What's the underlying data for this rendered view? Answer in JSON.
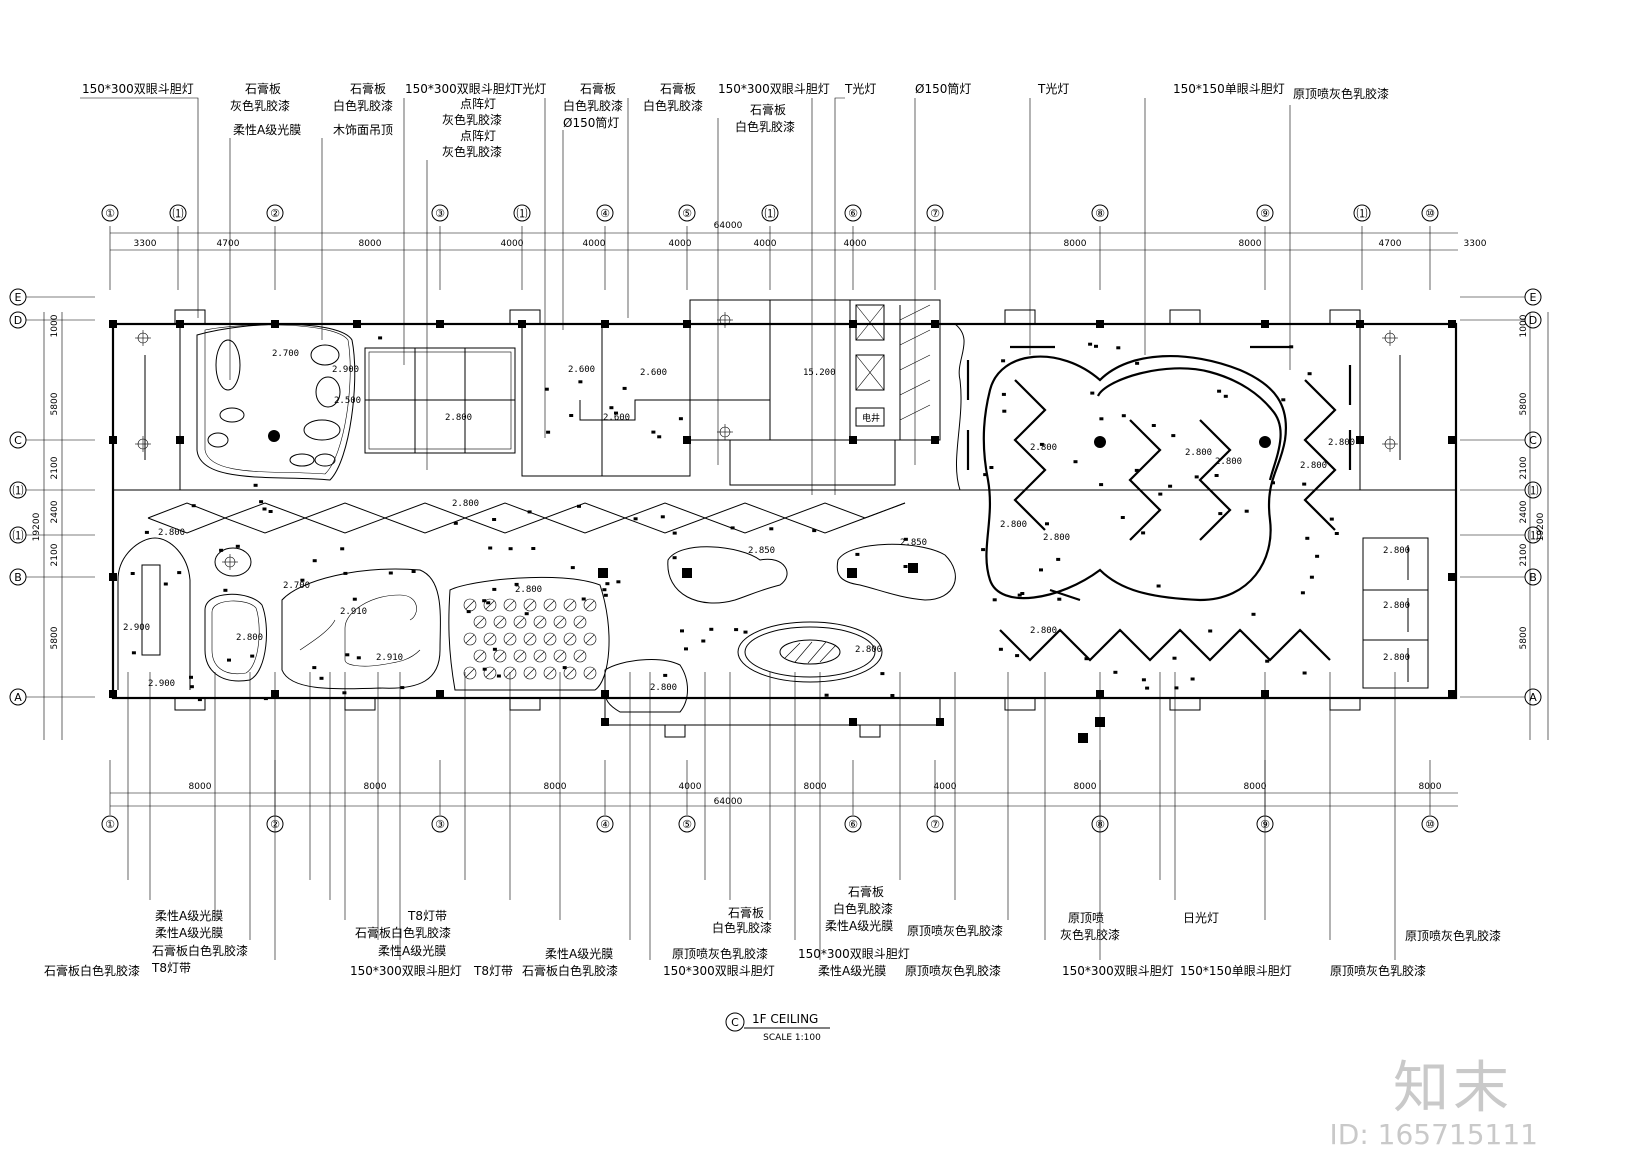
{
  "grid_top": [
    "①",
    "⑴",
    "②",
    "③",
    "⑴",
    "④",
    "⑤",
    "⑴",
    "⑥",
    "⑦",
    "⑧",
    "⑨",
    "⑴",
    "⑩"
  ],
  "grid_bottom": [
    "①",
    "②",
    "③",
    "④",
    "⑤",
    "⑥",
    "⑦",
    "⑧",
    "⑨",
    "⑩"
  ],
  "grid_rows": [
    "E",
    "D",
    "C",
    "⑴",
    "⑴",
    "B",
    "A"
  ],
  "dims_top": [
    "3300",
    "4700",
    "8000",
    "4000",
    "4000",
    "4000",
    "4000",
    "4000",
    "8000",
    "8000",
    "4700",
    "3300"
  ],
  "dims_bottom": [
    "8000",
    "8000",
    "8000",
    "4000",
    "8000",
    "4000",
    "8000",
    "8000",
    "8000"
  ],
  "dims_side": [
    "1000",
    "5800",
    "2100",
    "2400",
    "2100",
    "5800"
  ],
  "overall_width": "64000",
  "overall_height": "19200",
  "elevations": [
    "2.700",
    "2.900",
    "2.500",
    "2.800",
    "2.600",
    "2.850",
    "2.910",
    "2.700",
    "15.200"
  ],
  "callouts_top": {
    "c1": "150*300双眼斗胆灯",
    "c2a": "石膏板",
    "c2b": "灰色乳胶漆",
    "c2c": "柔性A级光膜",
    "c3a": "石膏板",
    "c3b": "白色乳胶漆",
    "c3c": "木饰面吊顶",
    "c4a": "150*300双眼斗胆灯",
    "c4b": "点阵灯",
    "c4c": "灰色乳胶漆",
    "c4d": "点阵灯",
    "c4e": "灰色乳胶漆",
    "c5": "T光灯",
    "c6a": "石膏板",
    "c6b": "白色乳胶漆",
    "c6c": "Ø150筒灯",
    "c7a": "石膏板",
    "c7b": "白色乳胶漆",
    "c8a": "150*300双眼斗胆灯",
    "c8b": "石膏板",
    "c8c": "白色乳胶漆",
    "c9": "T光灯",
    "c10": "Ø150筒灯",
    "c11": "T光灯",
    "c12": "150*150单眼斗胆灯",
    "c13": "原顶喷灰色乳胶漆"
  },
  "callouts_bottom": {
    "b1": "石膏板白色乳胶漆",
    "b2a": "柔性A级光膜",
    "b2b": "柔性A级光膜",
    "b2c": "石膏板白色乳胶漆",
    "b2d": "T8灯带",
    "b3": "150*300双眼斗胆灯",
    "b4a": "T8灯带",
    "b4b": "石膏板白色乳胶漆",
    "b4c": "柔性A级光膜",
    "b5": "T8灯带",
    "b6a": "柔性A级光膜",
    "b6b": "石膏板白色乳胶漆",
    "b7": "150*300双眼斗胆灯",
    "b8a": "石膏板",
    "b8b": "白色乳胶漆",
    "b8c": "原顶喷灰色乳胶漆",
    "b9a": "石膏板",
    "b9b": "白色乳胶漆",
    "b9c": "柔性A级光膜",
    "b10": "150*300双眼斗胆灯",
    "b11": "柔性A级光膜",
    "b12": "原顶喷灰色乳胶漆",
    "b13": "原顶喷灰色乳胶漆",
    "b14a": "原顶喷",
    "b14b": "灰色乳胶漆",
    "b15": "150*300双眼斗胆灯",
    "b16": "日光灯",
    "b17": "150*150单眼斗胆灯",
    "b18": "原顶喷灰色乳胶漆",
    "b19": "原顶喷灰色乳胶漆"
  },
  "misc": {
    "elevator": "电井"
  },
  "title": {
    "code": "C",
    "name": "1F  CEILING",
    "scale": "SCALE 1:100"
  },
  "watermark": {
    "logo": "知末",
    "id": "ID: 165715111"
  }
}
